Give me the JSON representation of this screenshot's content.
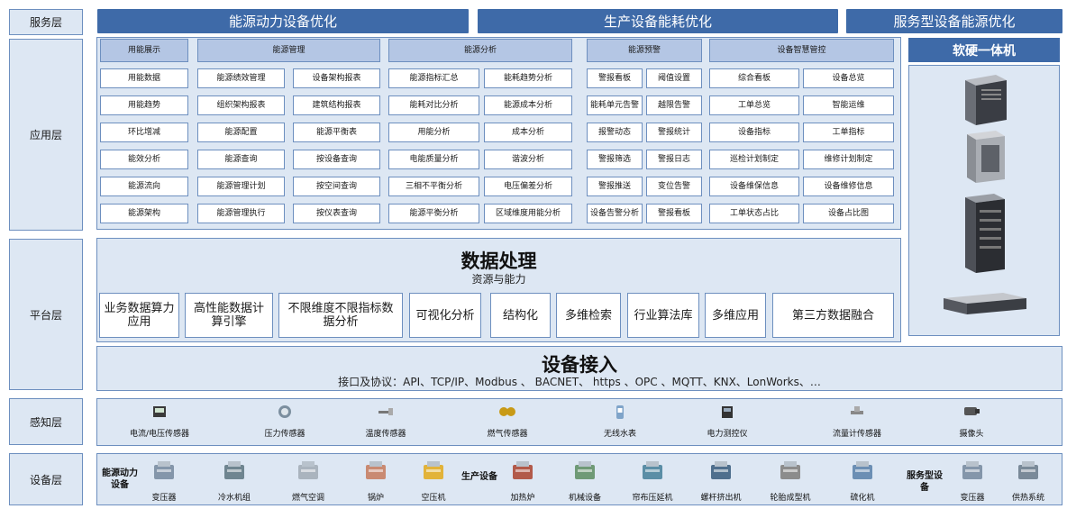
{
  "layers": {
    "service": "服务层",
    "application": "应用层",
    "platform": "平台层",
    "perception": "感知层",
    "equipment": "设备层"
  },
  "banners": {
    "power": "能源动力设备优化",
    "production": "生产设备能耗优化",
    "service": "服务型设备能源优化"
  },
  "app": {
    "group1": {
      "header": "用能展示",
      "items": [
        "用能数据",
        "用能趋势",
        "环比增减",
        "能效分析",
        "能源流向",
        "能源架构"
      ]
    },
    "group2": {
      "header": "能源管理",
      "col1": [
        "能源绩效管理",
        "组织架构报表",
        "能源配置",
        "能源查询",
        "能源管理计划",
        "能源管理执行"
      ],
      "col2": [
        "设备架构报表",
        "建筑结构报表",
        "能源平衡表",
        "按设备查询",
        "按空间查询",
        "按仪表查询"
      ]
    },
    "group3": {
      "header": "能源分析",
      "col1": [
        "能源指标汇总",
        "能耗对比分析",
        "用能分析",
        "电能质量分析",
        "三相不平衡分析",
        "能源平衡分析"
      ],
      "col2": [
        "能耗趋势分析",
        "能源成本分析",
        "成本分析",
        "谐波分析",
        "电压偏差分析",
        "区域维度用能分析"
      ]
    },
    "group4": {
      "header": "能源预警",
      "col1": [
        "警报看板",
        "能耗单元告警",
        "报警动态",
        "警报筛选",
        "警报推送",
        "设备告警分析"
      ],
      "col2": [
        "阈值设置",
        "越限告警",
        "警报统计",
        "警报日志",
        "变位告警",
        "警报看板"
      ]
    },
    "group5": {
      "header": "设备智慧管控",
      "col1": [
        "综合看板",
        "工单总览",
        "设备指标",
        "巡检计划制定",
        "设备维保信息",
        "工单状态占比"
      ],
      "col2": [
        "设备总览",
        "智能运维",
        "工单指标",
        "维修计划制定",
        "设备维修信息",
        "设备占比图"
      ]
    }
  },
  "platform": {
    "title": "数据处理",
    "subtitle": "资源与能力",
    "boxes": [
      "业务数据算力应用",
      "高性能数据计算引擎",
      "不限维度不限指标数据分析",
      "可视化分析",
      "结构化",
      "多维检索",
      "行业算法库",
      "多维应用",
      "第三方数据融合"
    ],
    "access_title": "设备接入",
    "access_text": "接口及协议：API、TCP/IP、Modbus 、 BACNET、 https 、OPC 、MQTT、KNX、LonWorks、…"
  },
  "hardware": {
    "title": "软硬一体机"
  },
  "sensors": [
    "电流/电压传感器",
    "压力传感器",
    "温度传感器",
    "燃气传感器",
    "无线水表",
    "电力测控仪",
    "流量计传感器",
    "摄像头"
  ],
  "equipment": {
    "group1_label": "能源动力设备",
    "group1": [
      "变压器",
      "冷水机组",
      "燃气空调",
      "锅炉",
      "空压机"
    ],
    "group2_label": "生产设备",
    "group2": [
      "加热炉",
      "机械设备",
      "帘布压延机",
      "螺杆挤出机",
      "轮胎成型机",
      "硫化机"
    ],
    "group3_label": "服务型设备",
    "group3": [
      "变压器",
      "供热系统"
    ]
  }
}
